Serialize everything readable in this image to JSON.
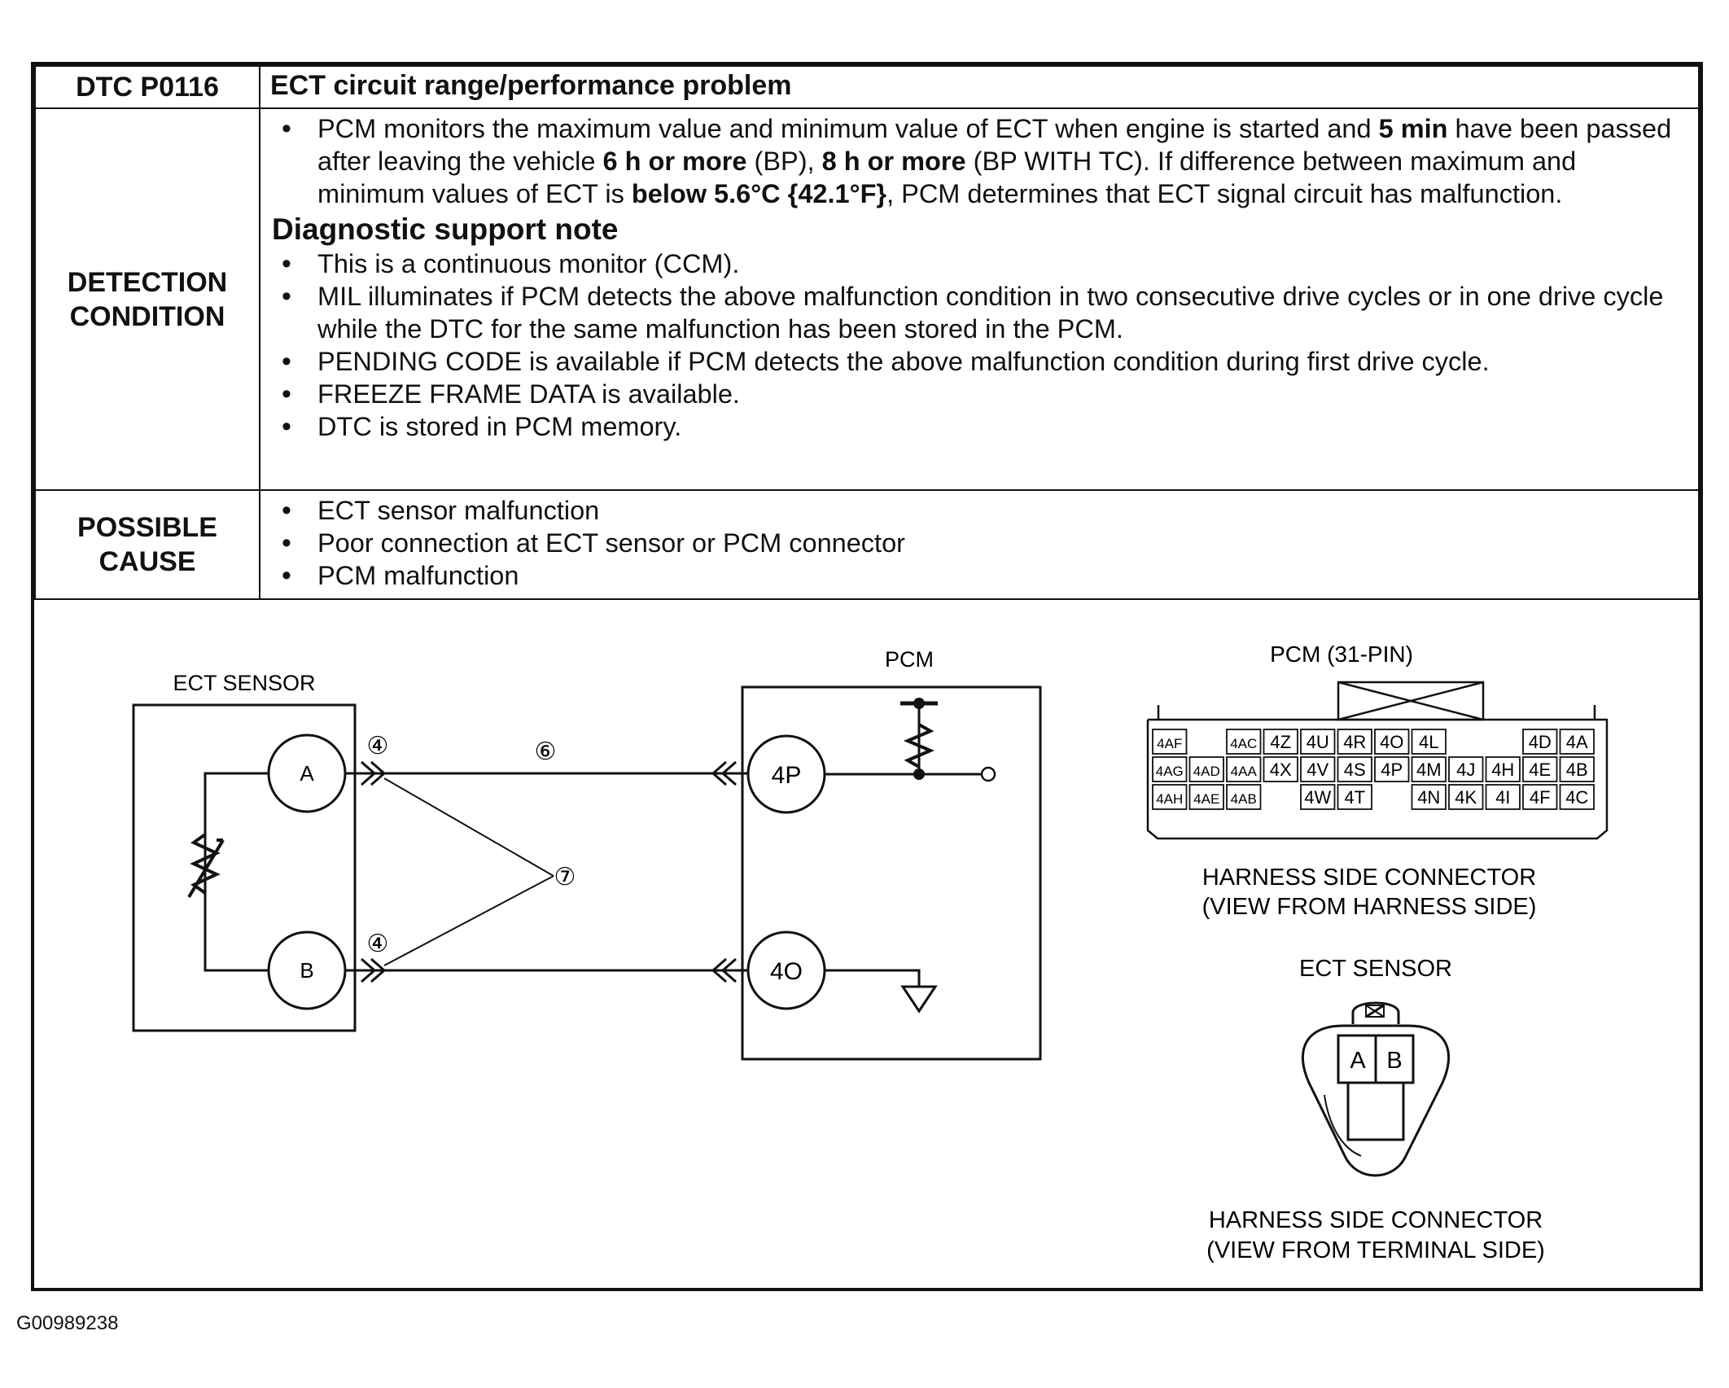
{
  "header": {
    "code": "DTC P0116",
    "title": "ECT circuit range/performance problem"
  },
  "detection": {
    "label_line1": "DETECTION",
    "label_line2": "CONDITION",
    "main_text": [
      {
        "t": " PCM monitors the maximum value and minimum value of ECT when engine is started and ",
        "b": false
      },
      {
        "t": "5 min",
        "b": true
      },
      {
        "t": " have been passed after leaving the vehicle ",
        "b": false
      },
      {
        "t": "6 h or more",
        "b": true
      },
      {
        "t": " (BP), ",
        "b": false
      },
      {
        "t": "8 h or more",
        "b": true
      },
      {
        "t": " (BP WITH TC). If difference between maximum and minimum values of ECT is ",
        "b": false
      },
      {
        "t": "below 5.6°C {42.1°F}",
        "b": true
      },
      {
        "t": ", PCM determines that ECT signal circuit has malfunction.",
        "b": false
      }
    ],
    "note_title": "Diagnostic support note",
    "notes": [
      "This is a continuous monitor (CCM).",
      "MIL illuminates if PCM detects the above malfunction condition in two consecutive drive cycles or in one drive cycle while the DTC for the same malfunction has been stored in the PCM.",
      "PENDING CODE is available if PCM detects the above malfunction condition during first drive cycle.",
      "FREEZE FRAME DATA is available.",
      "DTC is stored in PCM memory."
    ]
  },
  "causes": {
    "label_line1": "POSSIBLE",
    "label_line2": "CAUSE",
    "items": [
      "ECT sensor malfunction",
      "Poor connection at ECT sensor or PCM connector",
      "PCM malfunction"
    ]
  },
  "diagram": {
    "ect_sensor_label": "ECT SENSOR",
    "pcm_label": "PCM",
    "terminal_a": "A",
    "terminal_b": "B",
    "terminal_4p": "4P",
    "terminal_4o": "4O",
    "wire_num_4a": "④",
    "wire_num_4b": "④",
    "wire_num_6": "⑥",
    "wire_num_7": "⑦",
    "pcm_connector_title": "PCM (31-PIN)",
    "pcm_pins_row1": [
      "4AF",
      "",
      "4AC",
      "4Z",
      "4U",
      "4R",
      "4O",
      "4L",
      "",
      "4D",
      "4A"
    ],
    "pcm_pins_row2": [
      "4AG",
      "4AD",
      "4AA",
      "4X",
      "4V",
      "4S",
      "4P",
      "4M",
      "4J",
      "4H",
      "4E",
      "4B"
    ],
    "pcm_pins_row3": [
      "4AH",
      "4AE",
      "4AB",
      "",
      "4W",
      "4T",
      "",
      "4N",
      "4K",
      "4I",
      "4F",
      "4C"
    ],
    "pcm_caption_1": "HARNESS SIDE CONNECTOR",
    "pcm_caption_2": "(VIEW FROM HARNESS SIDE)",
    "ect_connector_title": "ECT SENSOR",
    "ect_pin_a": "A",
    "ect_pin_b": "B",
    "ect_caption_1": "HARNESS SIDE CONNECTOR",
    "ect_caption_2": "(VIEW FROM TERMINAL SIDE)"
  },
  "footer_code": "G00989238"
}
